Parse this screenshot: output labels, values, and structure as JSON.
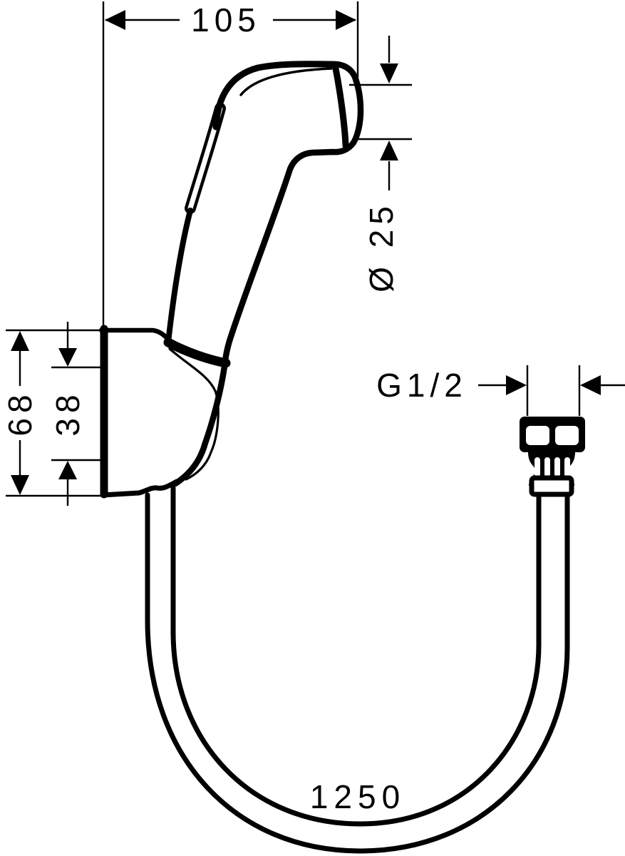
{
  "drawing": {
    "type": "technical-dimension-drawing",
    "subject": "hand-shower-with-wall-bracket-and-hose",
    "colors": {
      "line": "#000000",
      "background": "#ffffff"
    },
    "dimensions": {
      "head_length": {
        "label": "105"
      },
      "head_diameter": {
        "label": "Ø 25"
      },
      "bracket_outer_height": {
        "label": "68"
      },
      "bracket_inner_spacing": {
        "label": "38"
      },
      "thread": {
        "label": "G1/2"
      },
      "hose_length": {
        "label": "1250"
      }
    }
  }
}
